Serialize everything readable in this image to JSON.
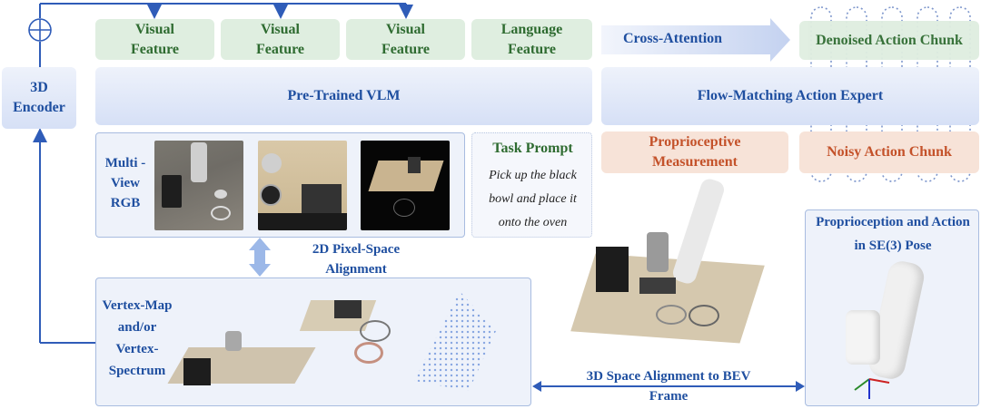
{
  "encoder": {
    "label": "3D Encoder"
  },
  "features": [
    "Visual Feature",
    "Visual Feature",
    "Visual Feature",
    "Language Feature"
  ],
  "vlm": {
    "label": "Pre-Trained VLM"
  },
  "cross_attention": {
    "label": "Cross-Attention"
  },
  "denoised": {
    "label": "Denoised Action Chunk"
  },
  "action_expert": {
    "label": "Flow-Matching Action Expert"
  },
  "proprio_measure": {
    "label": "Proprioceptive Measurement"
  },
  "noisy": {
    "label": "Noisy Action Chunk"
  },
  "multiview": {
    "label": "Multi -View RGB"
  },
  "task": {
    "title": "Task Prompt",
    "text": "Pick up the black bowl and place it onto the oven"
  },
  "pixel_align": {
    "label": "2D Pixel-Space Alignment"
  },
  "vertex": {
    "label": "Vertex-Map and/or Vertex-Spectrum"
  },
  "space_align": {
    "label": "3D Space Alignment to BEV Frame"
  },
  "pose": {
    "label": "Proprioception and Action in SE(3) Pose"
  },
  "colors": {
    "green": "#dfeee0",
    "blue": "#d6e0f6",
    "orange": "#f7e3d8",
    "line": "#2f5cb8"
  }
}
